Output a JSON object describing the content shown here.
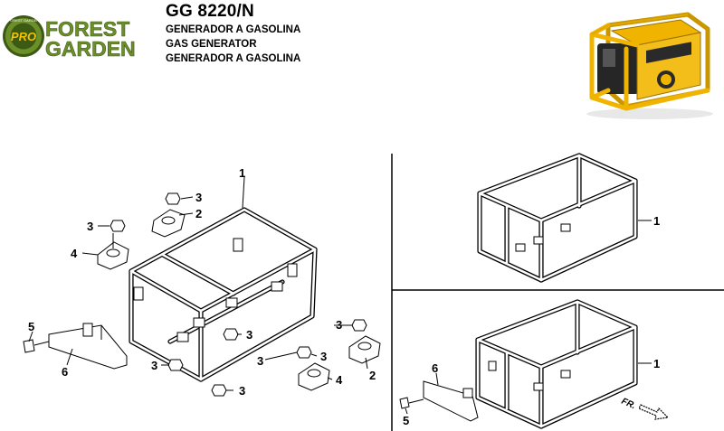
{
  "brand": {
    "badge": "PRO",
    "name_line1": "FOREST",
    "name_line2": "GARDEN",
    "ring_text": "FOREST GARDEN",
    "colors": {
      "green": "#6d8f2a",
      "dark_green": "#3d5a14",
      "yellow": "#f2c300"
    }
  },
  "header": {
    "model": "GG 8220/N",
    "subtitles": [
      "GENERADOR A GASOLINA",
      "GAS GENERATOR",
      "GENERADOR A GASOLINA"
    ]
  },
  "photo": {
    "frame_color": "#f0b400"
  },
  "callouts": {
    "exploded": {
      "frame": "1",
      "mount_a": "2",
      "mount_b": "2",
      "nut_top": "3",
      "nut_left": "3",
      "nut_mid": "3",
      "nut_low_left": "3",
      "nut_low_mid": "3",
      "nut_low_right": "3",
      "nut_right": "3",
      "nut_bottom": "3",
      "mount_c": "4",
      "mount_d": "4",
      "bolt": "5",
      "bracket": "6"
    },
    "top_right": {
      "frame": "1"
    },
    "bottom_right": {
      "frame": "1",
      "bolt": "5",
      "bracket": "6",
      "direction": "FR."
    }
  }
}
